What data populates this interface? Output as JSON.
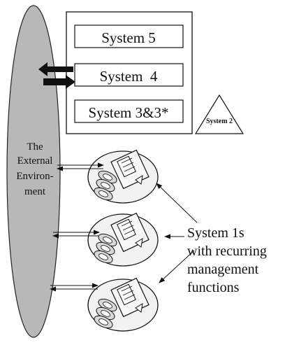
{
  "environment": {
    "label_lines": [
      "The",
      "External",
      "Environ-",
      "ment"
    ],
    "fill_color": "#b8b8b8"
  },
  "metasystem": {
    "system5_label": "System 5",
    "system4_label": "System  4",
    "system3_label": "System 3&3*"
  },
  "system2": {
    "label": "System 2"
  },
  "system1_caption": {
    "lines": [
      "System 1s",
      "with recurring",
      "management",
      "functions"
    ]
  },
  "system1_units": [
    {
      "id": "unit-1"
    },
    {
      "id": "unit-2"
    },
    {
      "id": "unit-3"
    }
  ]
}
